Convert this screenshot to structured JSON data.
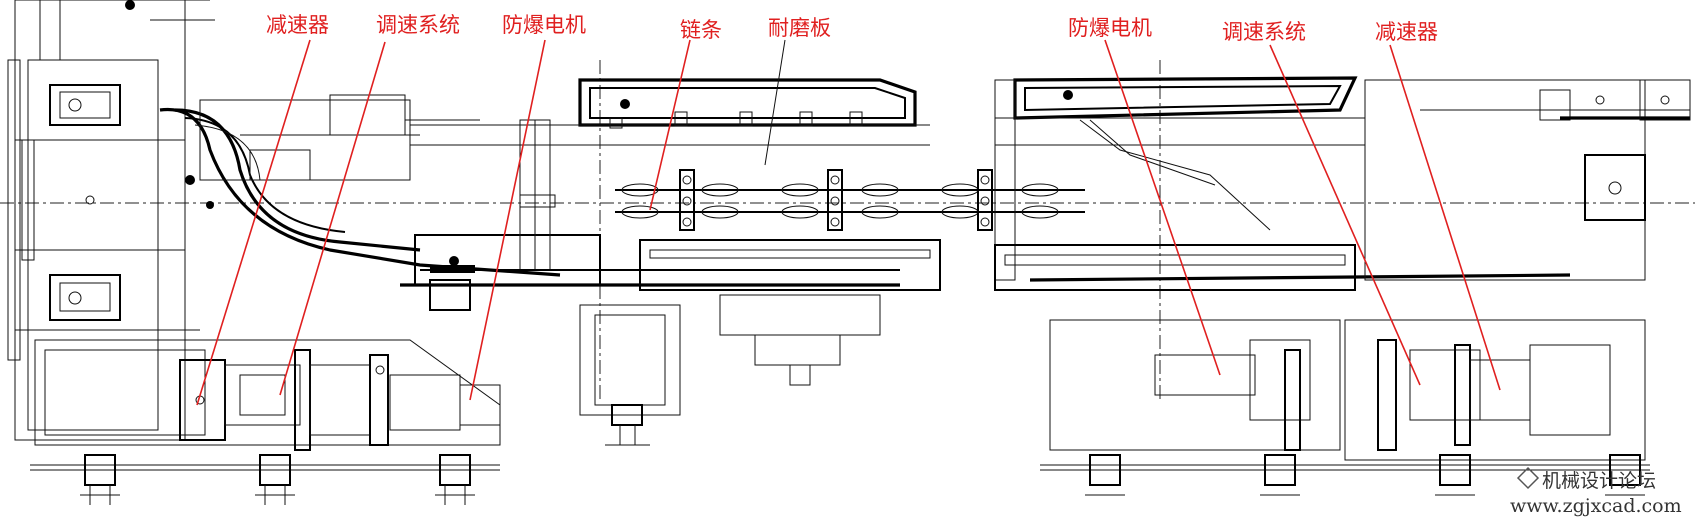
{
  "labels": {
    "reducer_left": "减速器",
    "speed_system_left": "调速系统",
    "motor_left": "防爆电机",
    "chain": "链条",
    "wear_plate": "耐磨板",
    "motor_right": "防爆电机",
    "speed_system_right": "调速系统",
    "reducer_right": "减速器"
  },
  "watermark": {
    "site_name": "机械设计论坛",
    "url": "www.zgjxcad.com"
  },
  "colors": {
    "label": "#e02020",
    "linework": "#000000",
    "background": "#ffffff"
  }
}
